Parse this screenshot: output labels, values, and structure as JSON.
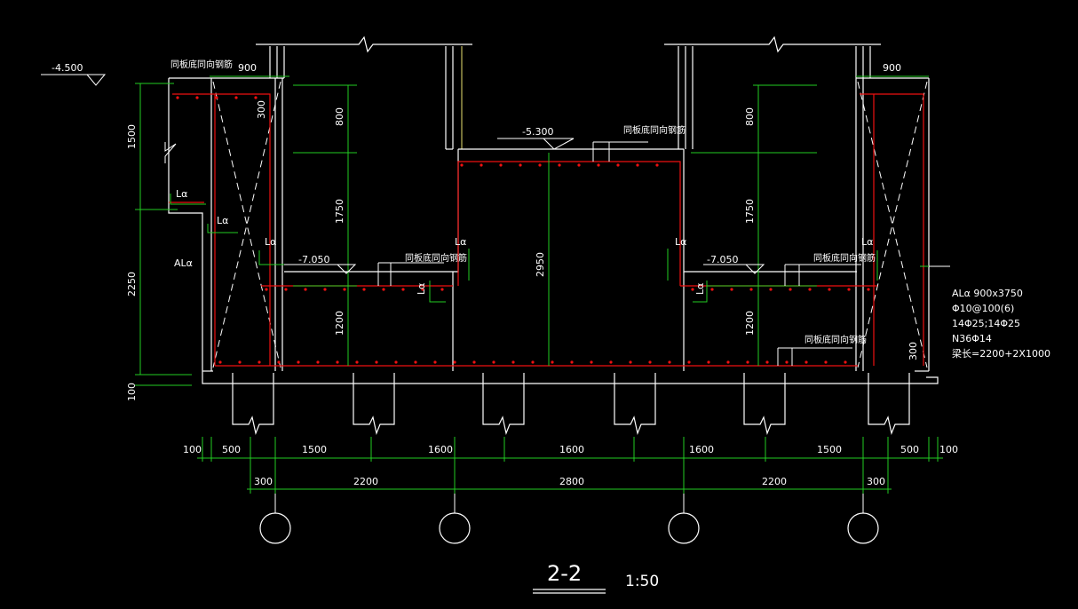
{
  "title": "2-2",
  "scale": "1:50",
  "elevations": {
    "left_top": "-4.500",
    "center": "-5.300",
    "left_mid": "-7.050",
    "right_mid": "-7.050"
  },
  "notes": {
    "rebar_same_bottom": "同板底同向钢筋",
    "lap": "Lα",
    "anchor": "ALα"
  },
  "beam_spec": [
    "ALα 900x3750",
    "Φ10@100(6)",
    "14Φ25;14Φ25",
    "N36Φ14",
    "梁长=2200+2X1000"
  ],
  "dims": {
    "left_vertical": [
      "1500",
      "2250",
      "100"
    ],
    "left_inner": [
      "800",
      "1750",
      "1200"
    ],
    "right_inner": [
      "800",
      "1750",
      "1200"
    ],
    "center": "2950",
    "top_left": "900",
    "top_right": "900",
    "small_300": "300",
    "row1": [
      "100",
      "500",
      "1500",
      "1600",
      "1600",
      "1600",
      "1500",
      "500",
      "100"
    ],
    "row2": [
      "300",
      "2200",
      "2800",
      "2200",
      "300"
    ]
  }
}
